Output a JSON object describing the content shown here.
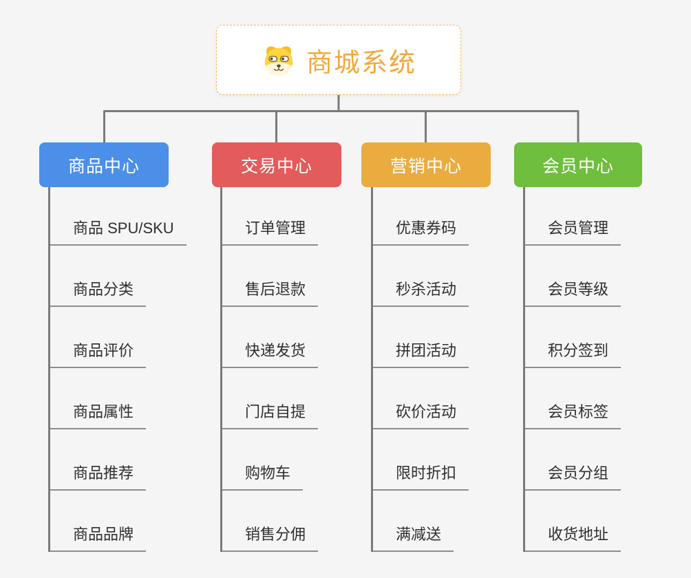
{
  "root": {
    "label": "商城系统",
    "icon": "dog-face-icon"
  },
  "branches": [
    {
      "label": "商品中心",
      "color": "#4b8fe8",
      "children": [
        "商品 SPU/SKU",
        "商品分类",
        "商品评价",
        "商品属性",
        "商品推荐",
        "商品品牌"
      ]
    },
    {
      "label": "交易中心",
      "color": "#e45b5b",
      "children": [
        "订单管理",
        "售后退款",
        "快递发货",
        "门店自提",
        "购物车",
        "销售分佣"
      ]
    },
    {
      "label": "营销中心",
      "color": "#eaac3f",
      "children": [
        "优惠券码",
        "秒杀活动",
        "拼团活动",
        "砍价活动",
        "限时折扣",
        "满减送"
      ]
    },
    {
      "label": "会员中心",
      "color": "#6fbe3e",
      "children": [
        "会员管理",
        "会员等级",
        "积分签到",
        "会员标签",
        "会员分组",
        "收货地址"
      ]
    }
  ],
  "colors": {
    "background": "#f5f5f6",
    "root_border": "#f3b85c",
    "root_text": "#f1a93e",
    "connector": "#7a7a7a",
    "leaf_underline": "#8d8d8d",
    "leaf_text": "#2f2f2f"
  }
}
